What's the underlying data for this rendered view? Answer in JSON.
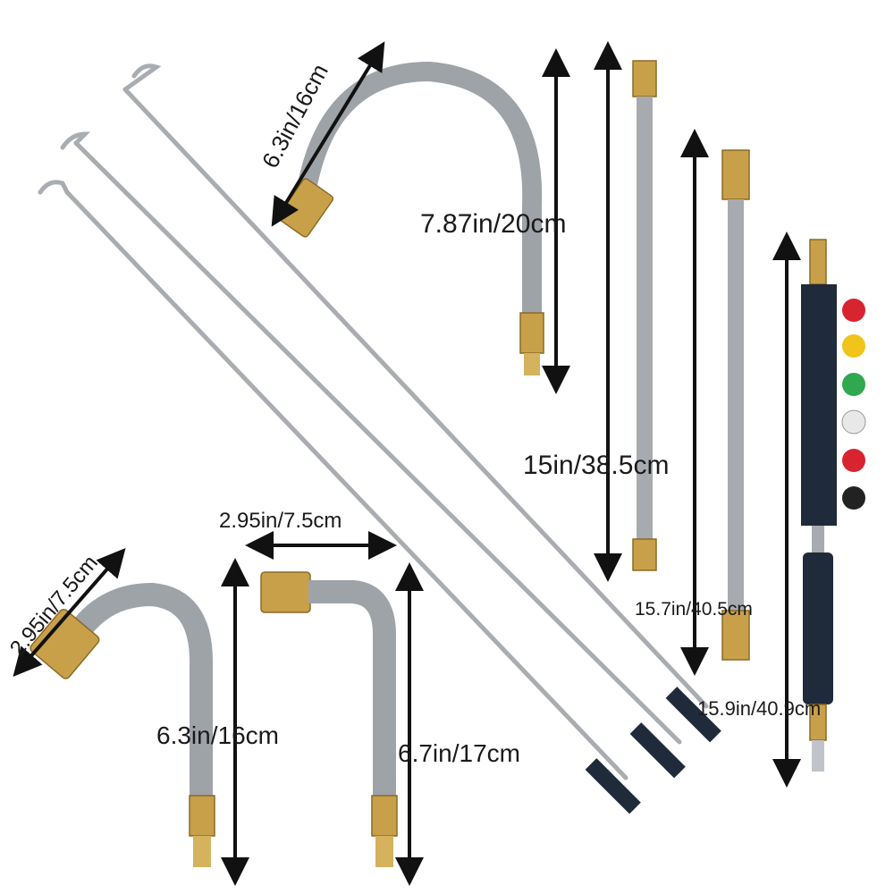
{
  "product_image": {
    "dimension_labels": {
      "long_curved_tip_short_arc": "6.3in/16cm",
      "curved_wand_height": "7.87in/20cm",
      "short_extension": "15in/38.5cm",
      "medium_extension": "15.7in/40.5cm",
      "nozzle_holder_wand": "15.9in/40.9cm",
      "l_elbow_width": "2.95in/7.5cm",
      "u_elbow_width": "2.95in/7.5cm",
      "u_elbow_height": "6.3in/16cm",
      "l_elbow_height": "6.7in/17cm"
    },
    "colors": {
      "steel": "#a9adb2",
      "brass": "#c9a04a",
      "holder": "#1f2a3a",
      "nozzle_red": "#d8242f",
      "nozzle_yellow": "#f0c419",
      "nozzle_green": "#2fa84f",
      "nozzle_white": "#e8e8e8",
      "nozzle_black": "#222222"
    }
  }
}
